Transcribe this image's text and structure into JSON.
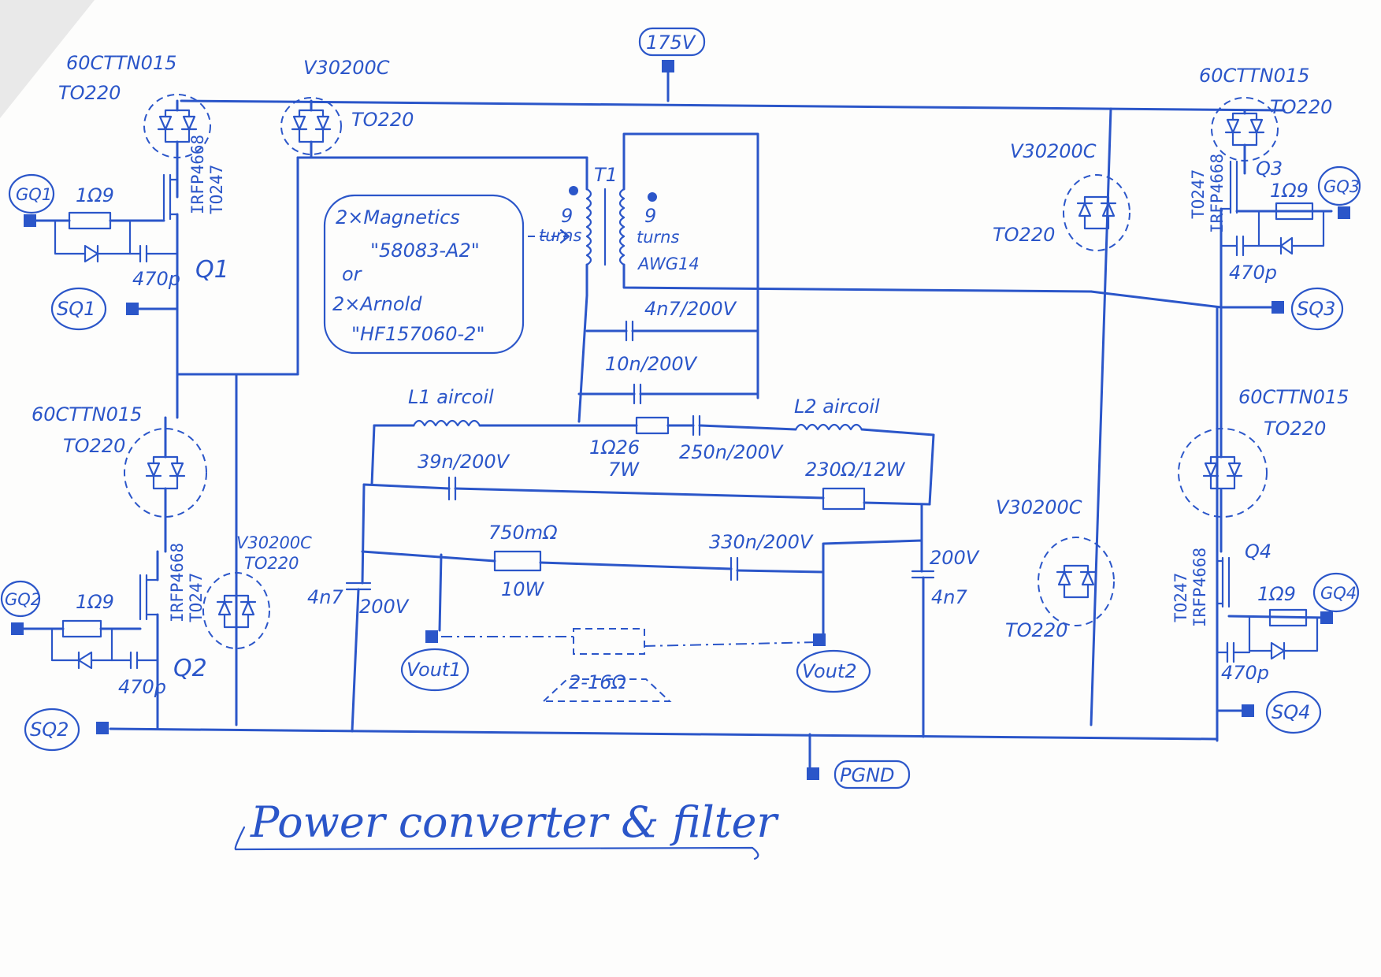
{
  "title": "Power converter & filter",
  "nodes": {
    "v175": "175V",
    "gq1": "GQ1",
    "sq1": "SQ1",
    "gq2": "GQ2",
    "sq2": "SQ2",
    "gq3": "GQ3",
    "sq3": "SQ3",
    "gq4": "GQ4",
    "sq4": "SQ4",
    "vout1": "Vout1",
    "vout2": "Vout2",
    "pgnd": "PGND"
  },
  "parts": {
    "d_tl_part": "60CTTN015",
    "d_tl_pkg": "TO220",
    "d_top_part": "V30200C",
    "d_top_pkg": "TO220",
    "d_tr_part": "60CTTN015",
    "d_tr_pkg": "TO220",
    "d_rmid_part": "V30200C",
    "d_rmid_pkg": "TO220",
    "d_lmid_part": "60CTTN015",
    "d_lmid_pkg": "TO220",
    "d_lbot_part": "V30200C",
    "d_lbot_pkg": "TO220",
    "d_rmid2_part": "60CTTN015",
    "d_rmid2_pkg": "TO220",
    "d_rbot_part": "V30200C",
    "d_rbot_pkg": "TO220",
    "mosfet": "IRFP4668",
    "mosfet_pkg": "TO247",
    "q1": "Q1",
    "q2": "Q2",
    "q3": "Q3",
    "q4": "Q4",
    "r_gate": "1Ω9",
    "c_gate": "470p",
    "t1": "T1",
    "turns_num": "9",
    "turns_word": "turns",
    "turns_num2": "9",
    "turns_word2": "turns",
    "wire_gauge": "AWG14",
    "c_4n7_200": "4n7/200V",
    "c_10n_200": "10n/200V",
    "l1": "L1 aircoil",
    "l2": "L2 aircoil",
    "r_1r26": "1Ω26",
    "r_1r26_p": "7W",
    "c_250n": "250n/200V",
    "c_39n": "39n/200V",
    "r_230": "230Ω/12W",
    "r_750m": "750mΩ",
    "r_750m_p": "10W",
    "c_330n": "330n/200V",
    "c_4n7_left": "4n7",
    "c_4n7_left_v": "200V",
    "c_4n7_right_v": "200V",
    "c_4n7_right": "4n7",
    "load": "2-16Ω"
  },
  "core_note": {
    "line1": "2×Magnetics",
    "line2": "\"58083-A2\"",
    "line3": "or",
    "line4": "2×Arnold",
    "line5": "\"HF157060-2\""
  },
  "colors": {
    "ink": "#2b56c9",
    "paper": "#fdfdfc"
  }
}
